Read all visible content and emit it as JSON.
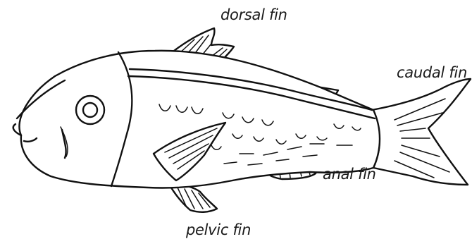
{
  "labels": {
    "dorsal_fin": "dorsal fin",
    "caudal_fin": "caudal fin",
    "anal_fin": "anal fin",
    "pelvic_fin": "pelvic fin"
  },
  "colors": {
    "ink": "#111111",
    "background": "#ffffff"
  }
}
